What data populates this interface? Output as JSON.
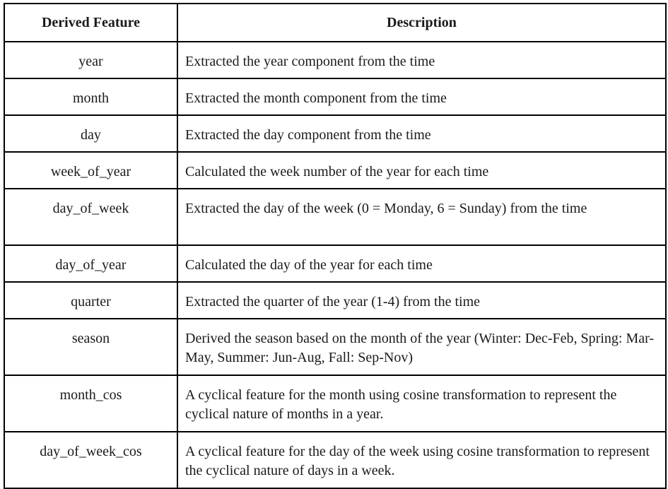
{
  "table": {
    "headers": {
      "feature": "Derived Feature",
      "description": "Description"
    },
    "rows": [
      {
        "feature": "year",
        "description": "Extracted the year component from the time"
      },
      {
        "feature": "month",
        "description": "Extracted the month component from the time"
      },
      {
        "feature": "day",
        "description": "Extracted the day component from the time"
      },
      {
        "feature": "week_of_year",
        "description": "Calculated the week number of the year for each time"
      },
      {
        "feature": "day_of_week",
        "description": "Extracted the day of the week (0 = Monday, 6 = Sunday) from the time"
      },
      {
        "feature": "day_of_year",
        "description": "Calculated the day of the year for each time"
      },
      {
        "feature": "quarter",
        "description": "Extracted the quarter of the year (1-4) from the time"
      },
      {
        "feature": "season",
        "description": "Derived the season based on the month of the year (Winter: Dec-Feb, Spring: Mar-May, Summer: Jun-Aug, Fall: Sep-Nov)"
      },
      {
        "feature": "month_cos",
        "description": "A cyclical feature for the month using cosine transformation to represent the cyclical nature of months in a year."
      },
      {
        "feature": "day_of_week_cos",
        "description": "A cyclical feature for the day of the week using cosine transformation to represent the cyclical nature of days in a week."
      }
    ]
  }
}
